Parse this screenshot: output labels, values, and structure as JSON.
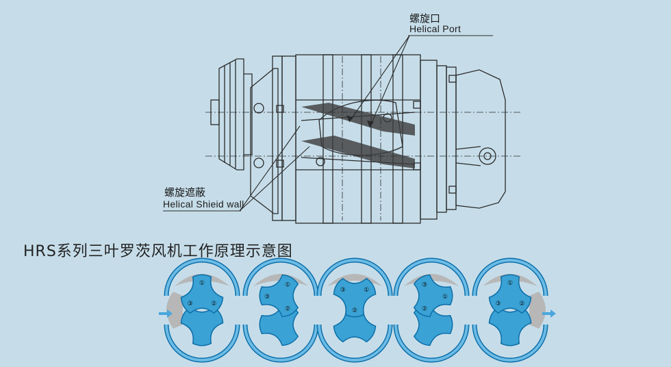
{
  "labels": {
    "helical_port_cn": "螺旋口",
    "helical_port_en": "Helical Port",
    "helical_wall_cn": "螺旋遮蔽",
    "helical_wall_en": "Helical Shieid wall"
  },
  "title": "HRS系列三叶罗茨风机工作原理示意图",
  "stages": [
    {
      "left_gray": true,
      "right_gray": false
    },
    {
      "left_gray": false,
      "right_gray": false
    },
    {
      "left_gray": false,
      "right_gray": false
    },
    {
      "left_gray": false,
      "right_gray": false
    },
    {
      "left_gray": false,
      "right_gray": true
    }
  ],
  "lobe_marks": [
    "①",
    "②",
    "③"
  ],
  "colors": {
    "background": "#c6dde9",
    "rotor_fill": "#3aa2d4",
    "rotor_stroke": "#0d6ea8",
    "casing_fill": "#6cbce6",
    "casing_stroke": "#0d6ea8",
    "trapped_air": "#b7b7b7",
    "line": "#2a2a2a",
    "arrow": "#4aa6dc"
  }
}
